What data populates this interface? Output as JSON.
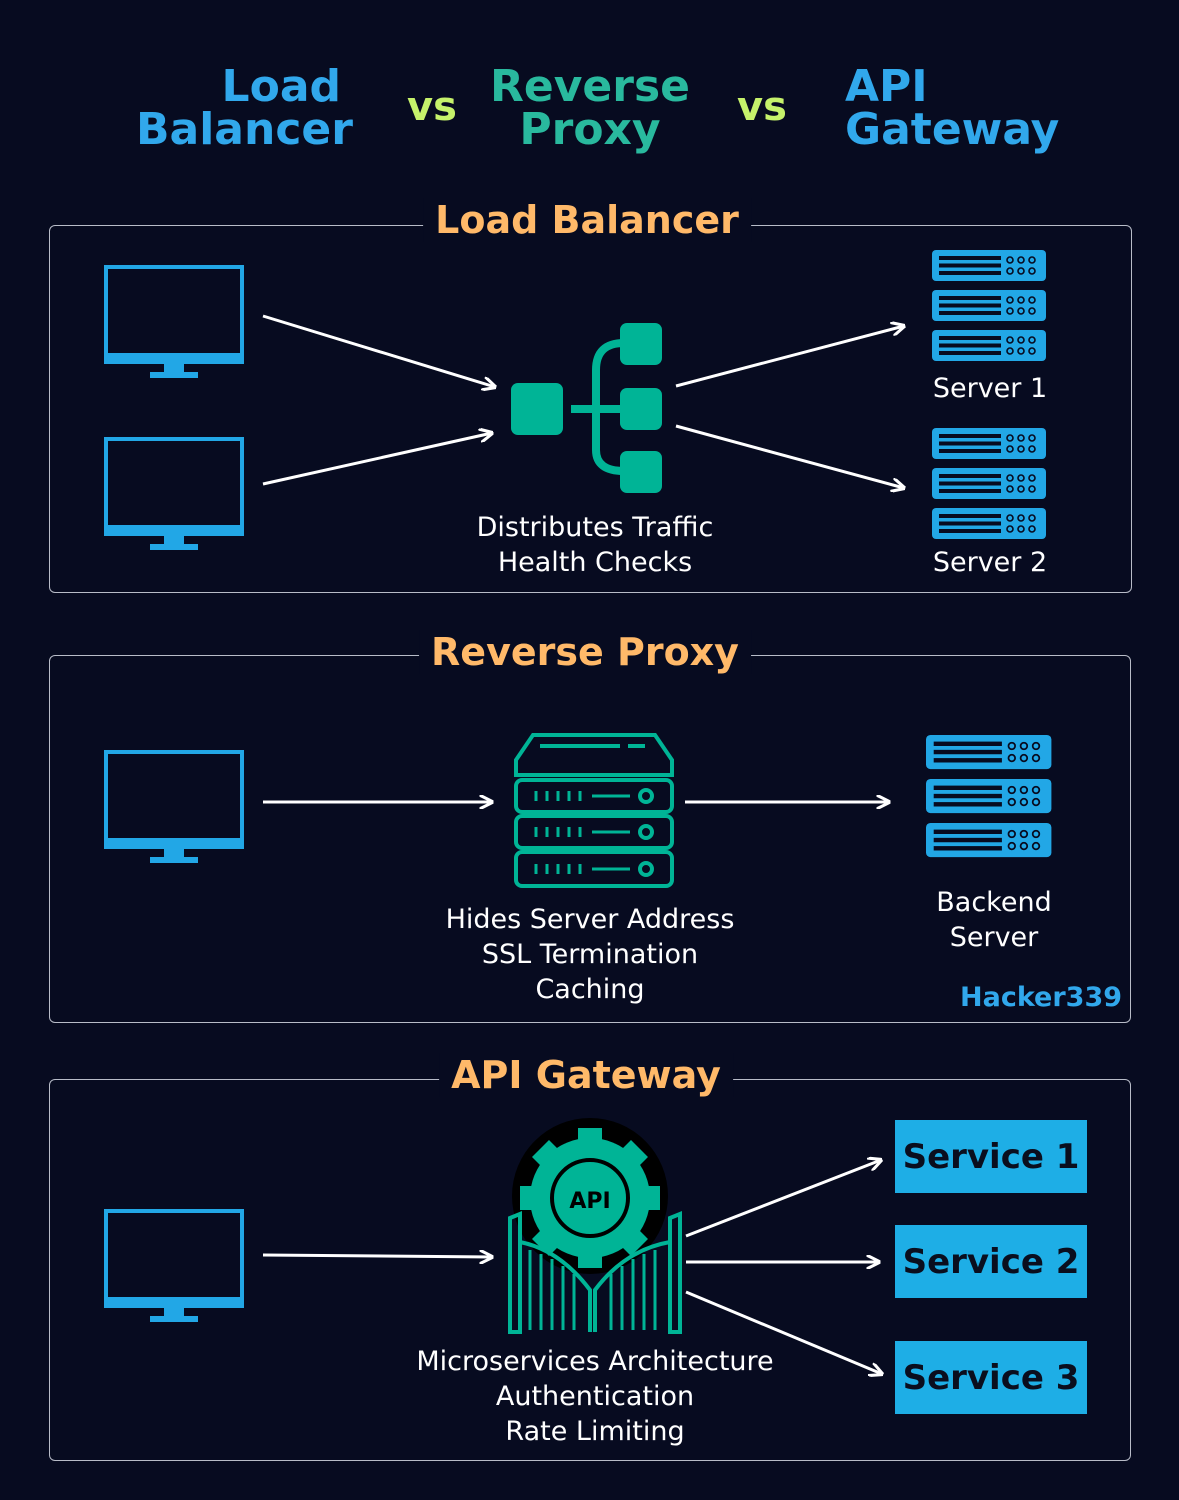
{
  "header": {
    "term1": "Load\nBalancer",
    "vs1": "vs",
    "term2": "Reverse\nProxy",
    "vs2": "vs",
    "term3": "API\nGateway"
  },
  "load_balancer": {
    "title": "Load Balancer",
    "caption": "Distributes Traffic\nHealth Checks",
    "server1_label": "Server 1",
    "server2_label": "Server 2"
  },
  "reverse_proxy": {
    "title": "Reverse Proxy",
    "caption": "Hides Server Address\nSSL Termination\nCaching",
    "backend_label": "Backend\nServer",
    "watermark": "Hacker339"
  },
  "api_gateway": {
    "title": "API Gateway",
    "caption": "Microservices Architecture\nAuthentication\nRate Limiting",
    "icon_label": "API",
    "services": [
      "Service 1",
      "Service 2",
      "Service 3"
    ]
  },
  "colors": {
    "background": "#070b20",
    "client_blue": "#22a7e6",
    "teal": "#00b496",
    "orange": "#ffb969",
    "green": "#c6f26b"
  }
}
